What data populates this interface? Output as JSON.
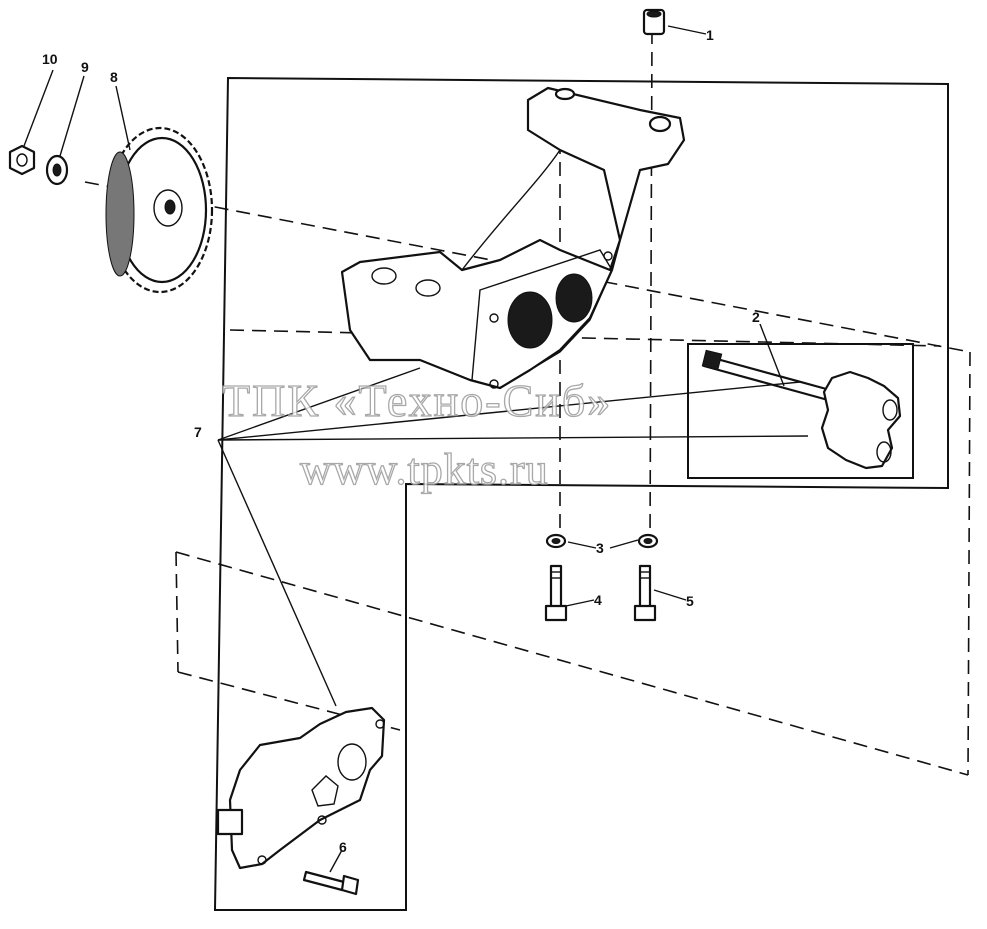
{
  "callouts": {
    "c1": "1",
    "c2": "2",
    "c3": "3",
    "c4": "4",
    "c5": "5",
    "c6": "6",
    "c7": "7",
    "c8": "8",
    "c9": "9",
    "c10": "10"
  },
  "watermark": {
    "line1": "ТПК «Техно-Сиб»",
    "line2": "www.tpkts.ru"
  },
  "parts": {
    "p1": "bushing-icon",
    "p2": "gear-shaft-icon",
    "p3": "washer-icon",
    "p4": "bolt-icon",
    "p5": "bolt-icon",
    "p6": "bolt-icon",
    "p7": "pump-body-icon",
    "p8": "sprocket-icon",
    "p9": "washer-icon",
    "p10": "nut-icon"
  }
}
